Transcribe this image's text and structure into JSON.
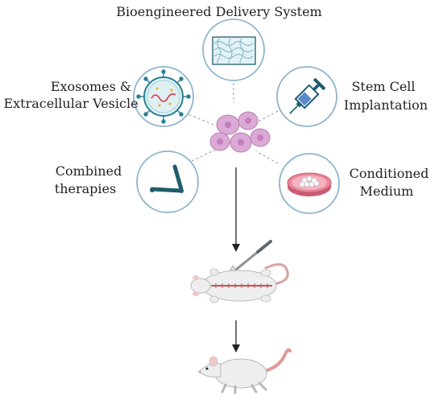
{
  "title": "Bioengineered Delivery System",
  "labels": {
    "exosomes_line1": "Exosomes &",
    "exosomes_line2": "Extracellular Vesicle",
    "stem_line1": "Stem Cell",
    "stem_line2": "Implantation",
    "combined_line1": "Combined",
    "combined_line2": "therapies",
    "conditioned_line1": "Conditioned",
    "conditioned_line2": "Medium"
  },
  "icons": {
    "top": "hydrogel-scaffold-icon",
    "left_top": "extracellular-vesicle-icon",
    "right_top": "syringe-icon",
    "left_bottom": "treadmill-icon",
    "right_bottom": "petri-dish-icon",
    "center": "stem-cell-cluster",
    "procedure": "scalpel-icon",
    "subject_1": "rat-spinal-injury-icon",
    "subject_2": "recovered-rat-icon"
  },
  "colors": {
    "circle_border": "#8fb4cf",
    "icon_dark": "#1f5d6b",
    "cell_fill": "#dba9d6",
    "cell_nucleus": "#c27fbc",
    "petri_pink": "#e8869a",
    "rat_body": "#eeeeee",
    "rat_tail": "#e09a9a",
    "spine_red": "#c95050",
    "arrow": "#222222"
  }
}
